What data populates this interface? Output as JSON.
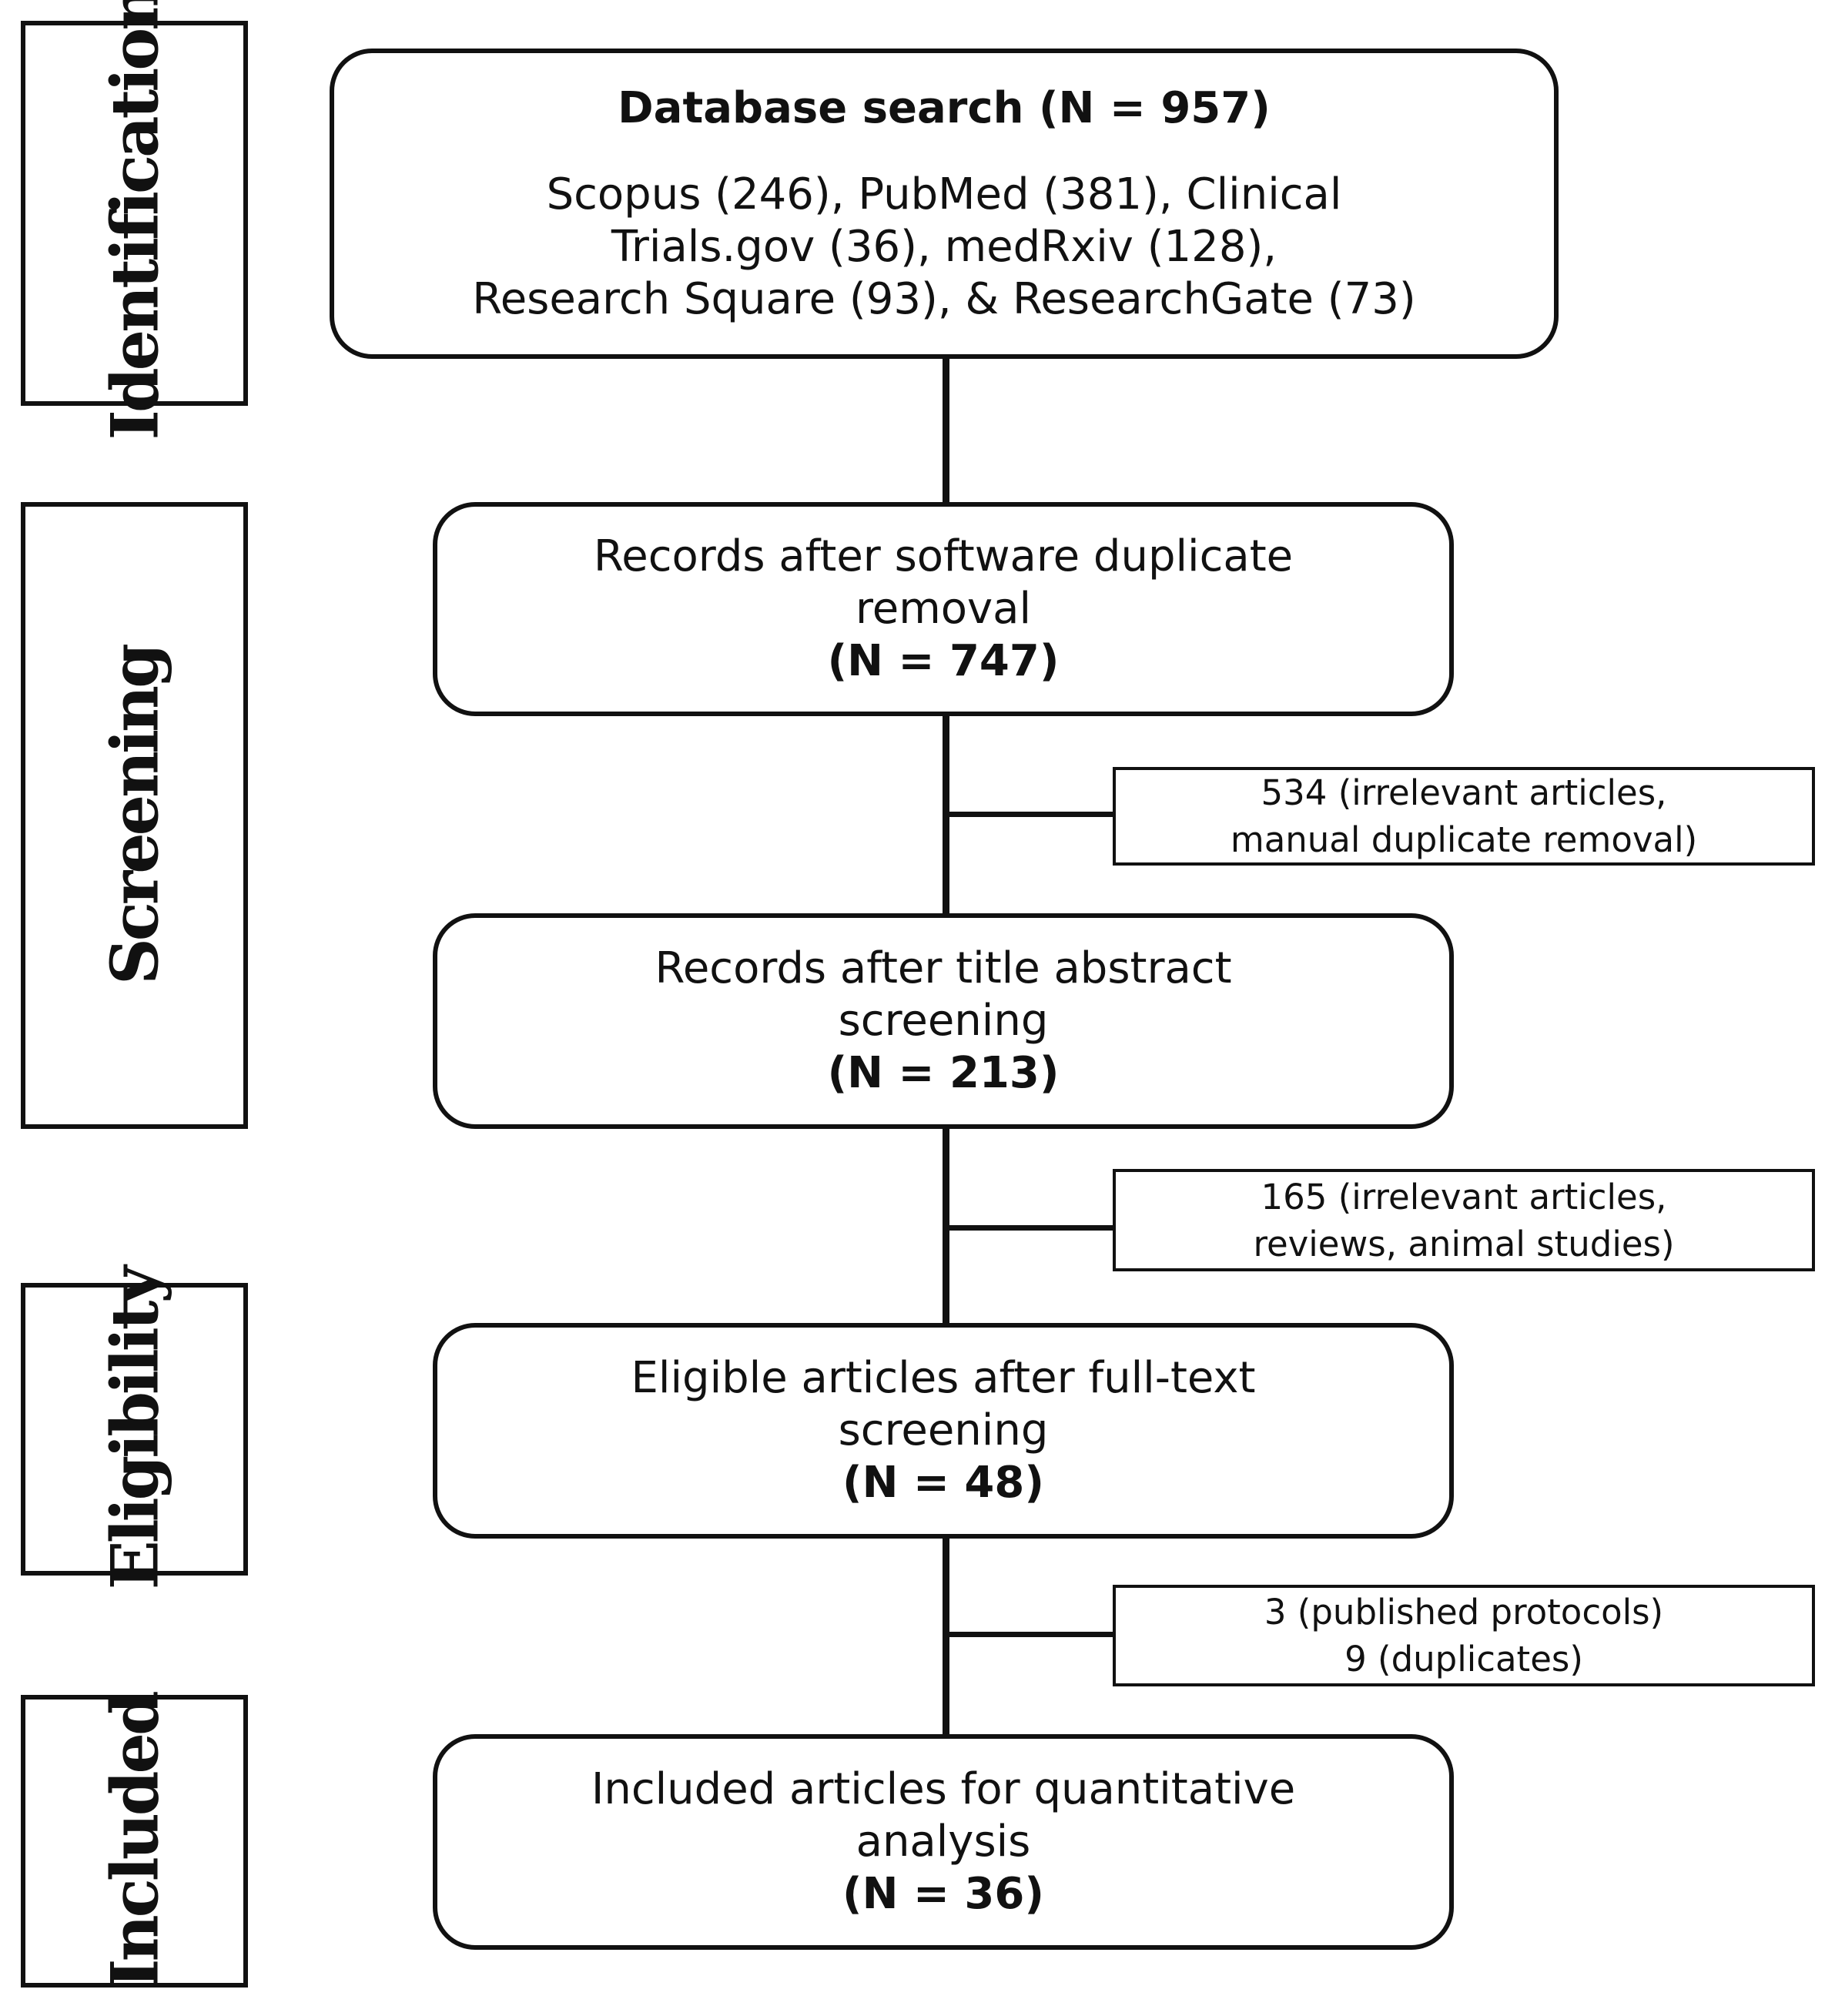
{
  "stages": {
    "identification": "Identification",
    "screening": "Screening",
    "eligibility": "Eligibility",
    "included": "Included"
  },
  "boxes": {
    "database_search": {
      "title": "Database search (N = 957)",
      "line1": "Scopus (246), PubMed (381), Clinical",
      "line2": "Trials.gov (36), medRxiv (128),",
      "line3": "Research Square (93), & ResearchGate (73)"
    },
    "after_duplicate_removal": {
      "line1": "Records after software duplicate",
      "line2": "removal",
      "count": "(N = 747)"
    },
    "after_title_abstract": {
      "line1": "Records after title abstract",
      "line2": "screening",
      "count": "(N = 213)"
    },
    "eligible_full_text": {
      "line1": "Eligible articles after full-text",
      "line2": "screening",
      "count": "(N = 48)"
    },
    "included_quantitative": {
      "line1": "Included articles for quantitative",
      "line2": "analysis",
      "count": "(N = 36)"
    }
  },
  "exclusions": {
    "first": {
      "line1": "534 (irrelevant articles,",
      "line2": "manual duplicate removal)"
    },
    "second": {
      "line1": "165 (irrelevant articles,",
      "line2": "reviews, animal studies)"
    },
    "third": {
      "line1": "3 (published protocols)",
      "line2": "9 (duplicates)"
    }
  }
}
